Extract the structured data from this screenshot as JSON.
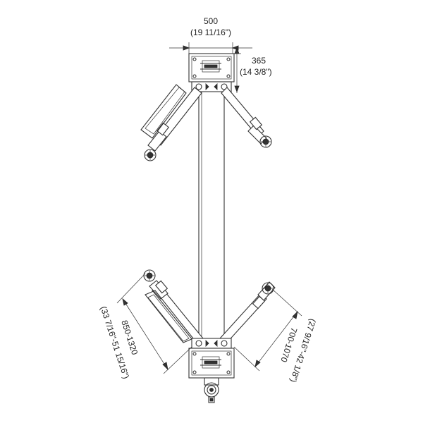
{
  "dimensions": {
    "top_width": {
      "value": "500",
      "imperial": "(19 11/16\")"
    },
    "top_offset": {
      "value": "365",
      "imperial": "(14 3/8\")"
    },
    "left_arm_reach": {
      "value": "850-1320",
      "imperial": "(33 7/16\"-51 15/16\")"
    },
    "right_arm_reach": {
      "value": "700-1070",
      "imperial": "(27 9/16\"-42 1/8\")"
    }
  },
  "colors": {
    "line": "#333333",
    "background": "#ffffff"
  }
}
